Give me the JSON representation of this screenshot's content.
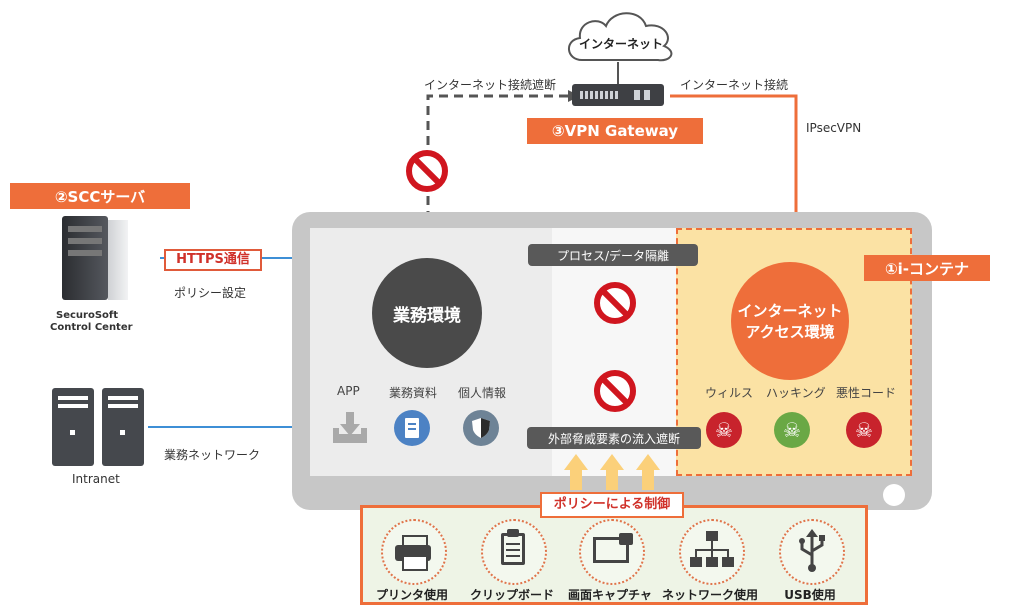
{
  "internet": {
    "label": "インターネット"
  },
  "gateway": {
    "label": "③VPN Gateway"
  },
  "links": {
    "blocked": "インターネット接続遮断",
    "allowed": "インターネット接続",
    "ipsec": "IPsecVPN"
  },
  "scc": {
    "title": "②SCCサーバ",
    "brand_line1": "SecuroSoft",
    "brand_line2": "Control Center",
    "https": "HTTPS通信",
    "policy": "ポリシー設定"
  },
  "intranet": {
    "label": "Intranet",
    "network": "業務ネットワーク"
  },
  "business": {
    "title": "業務環境",
    "items": [
      "APP",
      "業務資料",
      "個人情報"
    ]
  },
  "container": {
    "tag": "①i-コンテナ",
    "title_line1": "インターネット",
    "title_line2": "アクセス環境",
    "threats": [
      "ウィルス",
      "ハッキング",
      "悪性コード"
    ]
  },
  "isolation": {
    "process": "プロセス/データ隔離",
    "external": "外部脅威要素の流入遮断"
  },
  "policy_control": {
    "label": "ポリシーによる制御",
    "items": [
      "プリンタ使用",
      "クリップボード",
      "画面キャプチャ",
      "ネットワーク使用",
      "USB使用"
    ]
  },
  "colors": {
    "accent": "#ee6e3a",
    "dark": "#595959",
    "block_red": "#d0161f",
    "threat_red": "#c8232c",
    "threat_green": "#6aa845"
  }
}
